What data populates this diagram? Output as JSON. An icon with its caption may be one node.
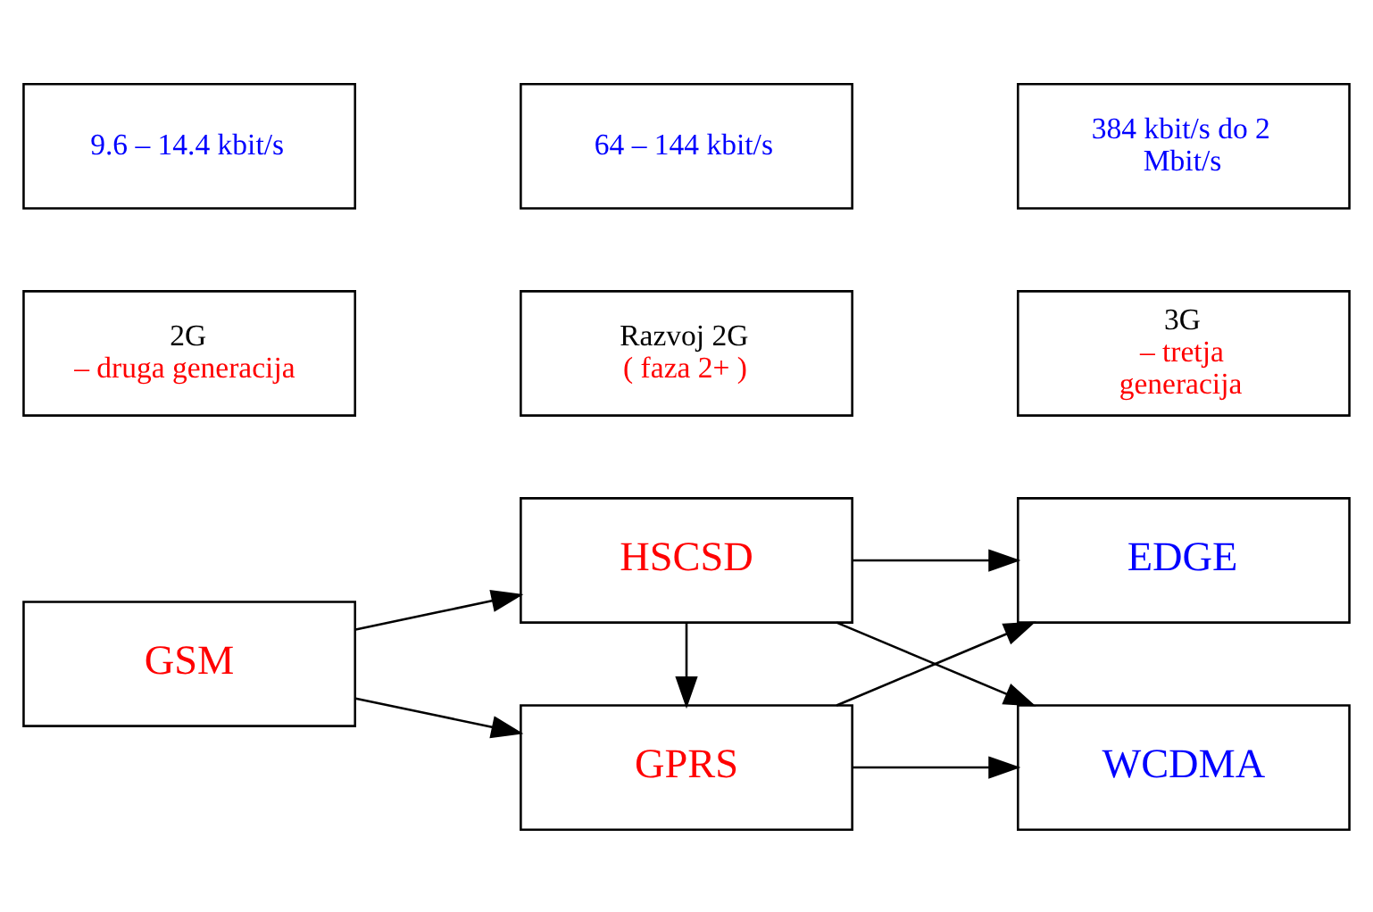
{
  "diagram": {
    "nodes": [
      {
        "text": [
          "GSM"
        ]
      },
      {
        "text": [
          "HSCSD"
        ]
      },
      {
        "text": [
          "GPRS"
        ]
      },
      {
        "text": [
          "EDGE"
        ]
      },
      {
        "text": [
          "WCDMA"
        ]
      },
      {
        "text": [
          "2G",
          "– druga generacija"
        ]
      },
      {
        "text": [
          "Razvoj 2G",
          "( faza 2+ )"
        ]
      },
      {
        "text": [
          "3G",
          "– tretja generacija"
        ]
      },
      {
        "text": [
          "9.6 – 14.4 kbit/s"
        ]
      },
      {
        "text": [
          "64 – 144 kbit/s"
        ]
      },
      {
        "text": [
          "384 kbit/s do 2 Mbit/s"
        ]
      }
    ],
    "edges": [
      {
        "from": 0,
        "to": 1,
        "arrow": "to"
      },
      {
        "from": 0,
        "to": 2,
        "arrow": "to"
      },
      {
        "from": 1,
        "to": 2,
        "arrow": "to"
      },
      {
        "from": 1,
        "to": 3,
        "arrow": "to"
      },
      {
        "from": 1,
        "to": 4,
        "arrow": "to"
      },
      {
        "from": 2,
        "to": 3,
        "arrow": "to"
      },
      {
        "from": 2,
        "to": 4,
        "arrow": "to"
      }
    ]
  }
}
